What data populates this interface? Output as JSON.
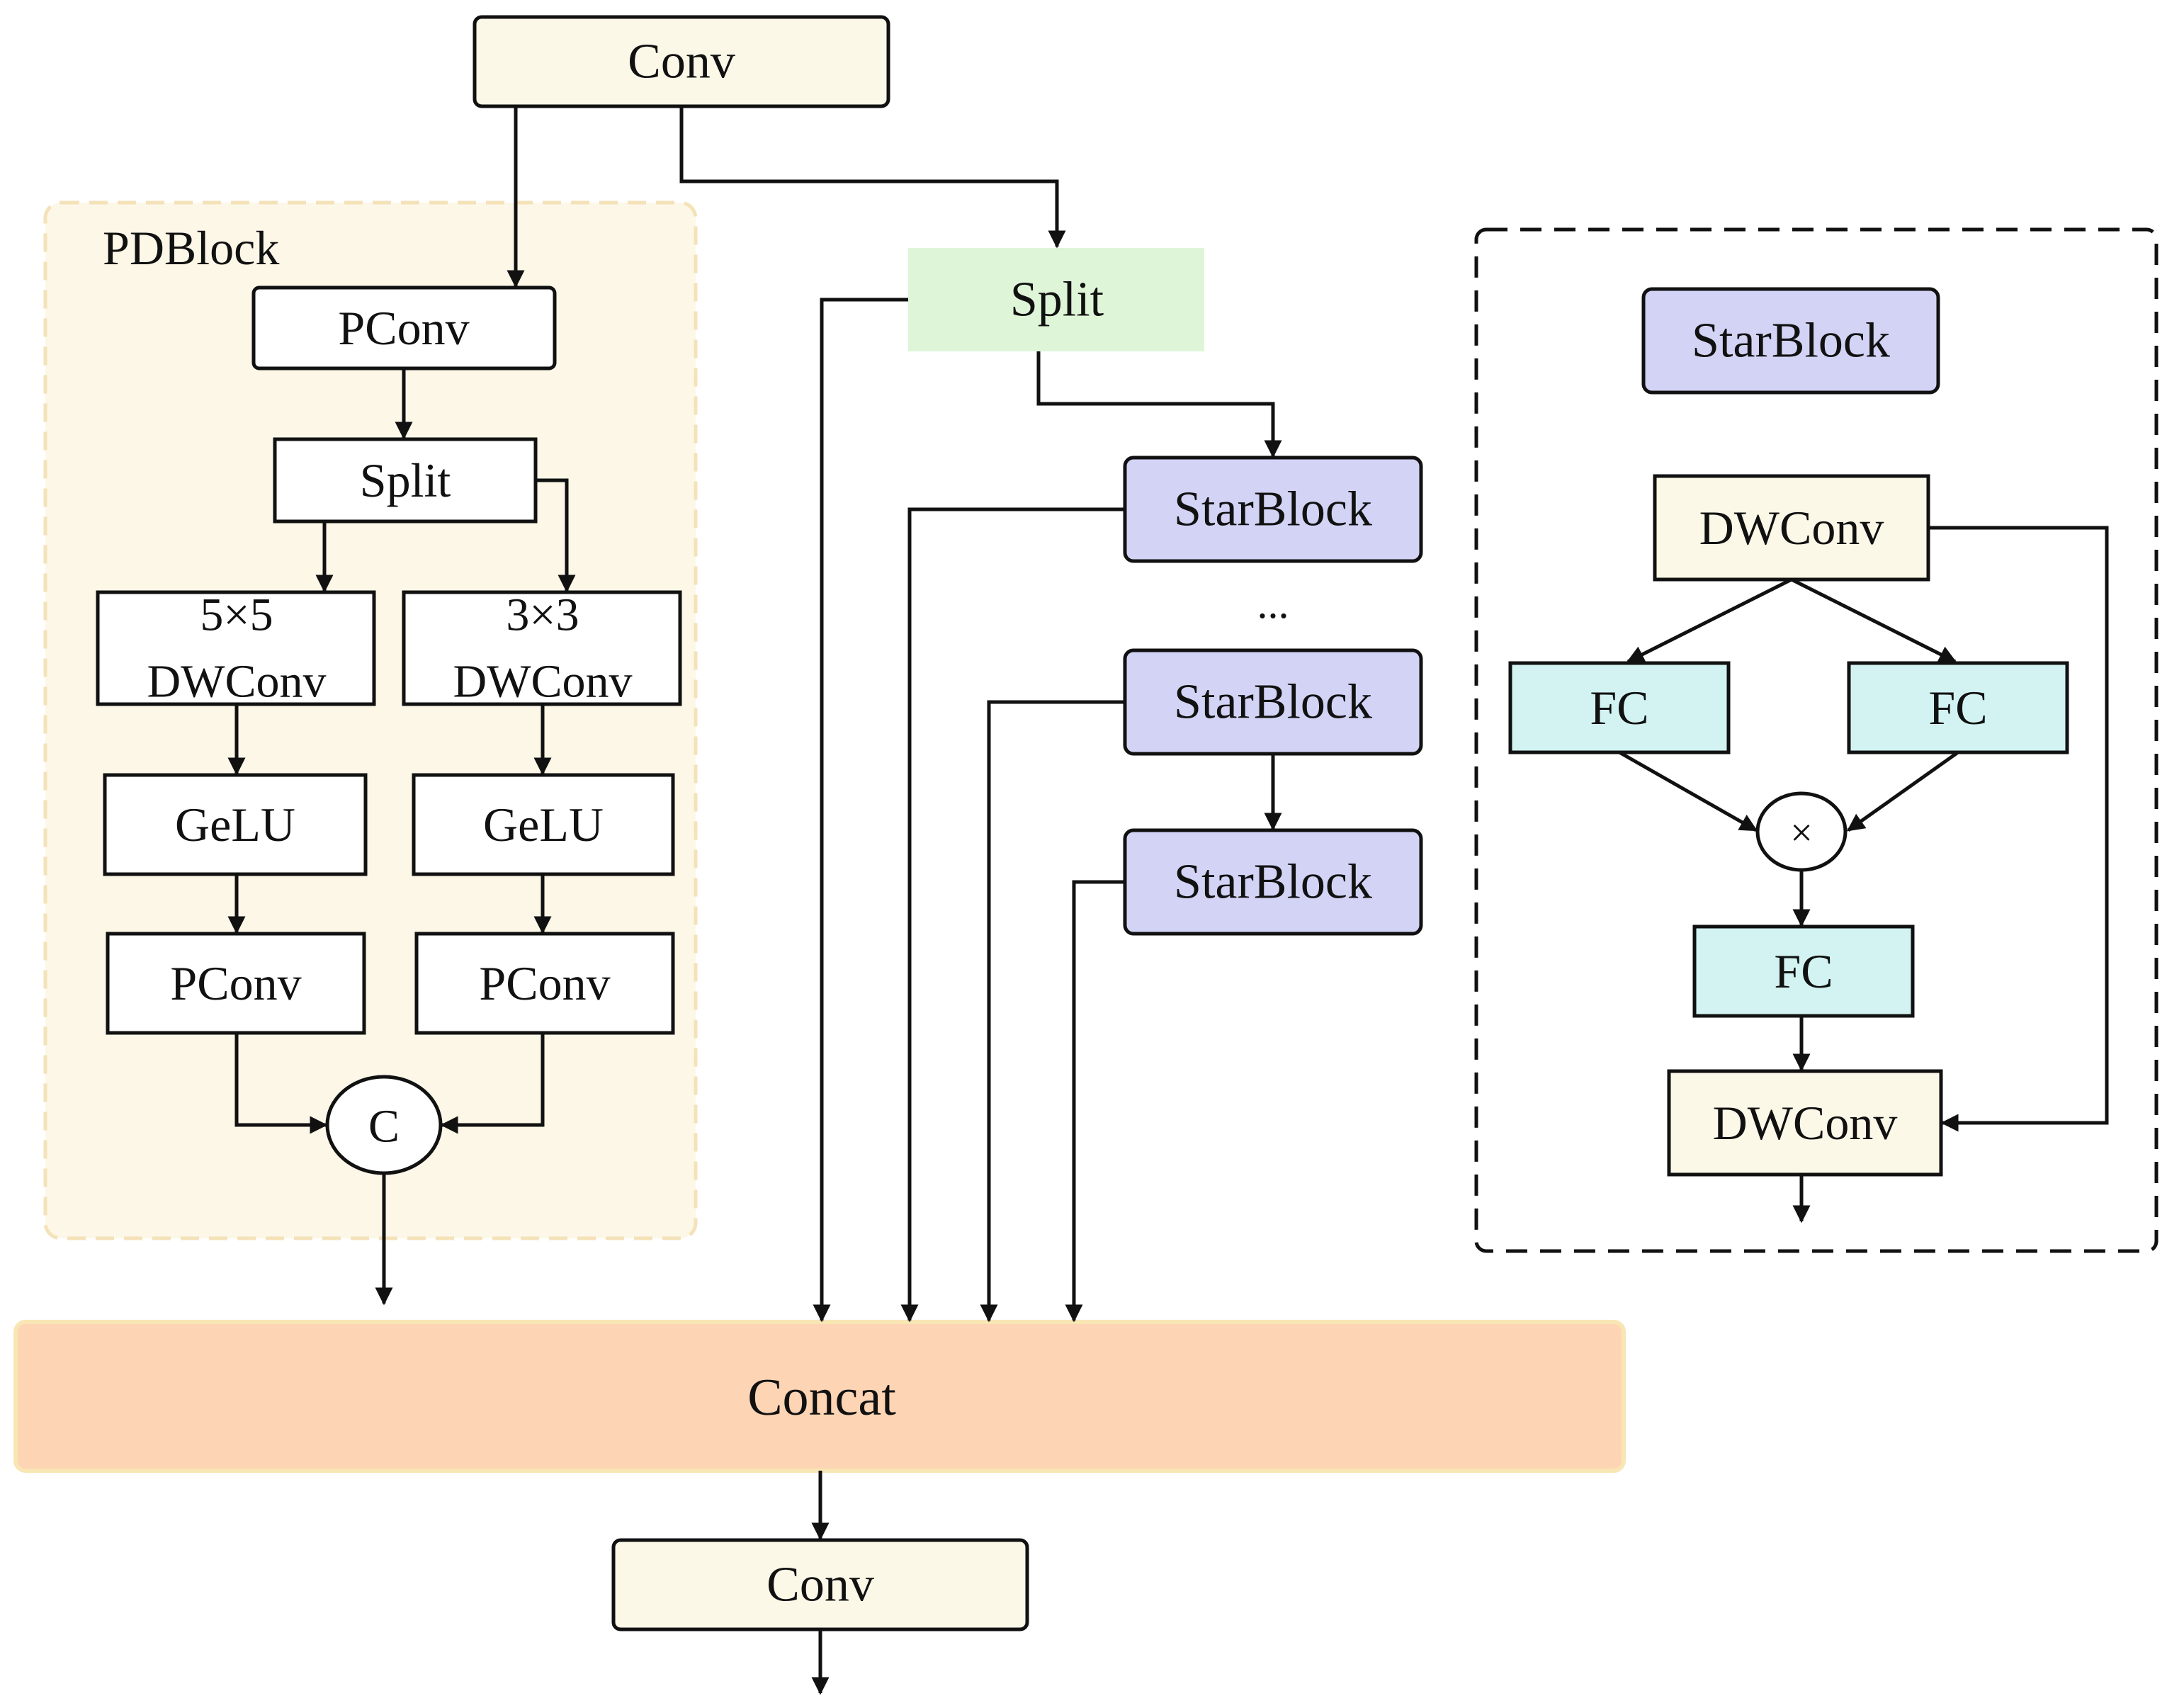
{
  "colors": {
    "conv_fill": "#fbf8e8",
    "pdblock_region_fill": "#fdf7e8",
    "pdblock_region_border": "#f4e2b8",
    "split_green": "#dff5d8",
    "starblock_fill": "#d3d3f6",
    "fc_fill": "#d3f3f3",
    "dwconv_fill": "#fbf8e8",
    "concat_fill": "#fdd4b4",
    "concat_border": "#f8e6b4",
    "white": "#ffffff",
    "stroke": "#111111"
  },
  "top_conv": {
    "label": "Conv"
  },
  "pdblock": {
    "title": "PDBlock",
    "pconv_top": "PConv",
    "split": "Split",
    "left_branch": {
      "kernel": "5×5",
      "dwconv": "DWConv",
      "act": "GeLU",
      "pconv": "PConv"
    },
    "right_branch": {
      "kernel": "3×3",
      "dwconv": "DWConv",
      "act": "GeLU",
      "pconv": "PConv"
    },
    "concat_symbol": "C"
  },
  "middle": {
    "split": "Split",
    "starblock_1": "StarBlock",
    "ellipsis": "...",
    "starblock_2": "StarBlock",
    "starblock_3": "StarBlock"
  },
  "legend": {
    "title": "StarBlock",
    "dwconv_top": "DWConv",
    "fc_left": "FC",
    "fc_right": "FC",
    "multiply_symbol": "×",
    "fc_bottom": "FC",
    "dwconv_bottom": "DWConv"
  },
  "concat": {
    "label": "Concat"
  },
  "bottom_conv": {
    "label": "Conv"
  }
}
